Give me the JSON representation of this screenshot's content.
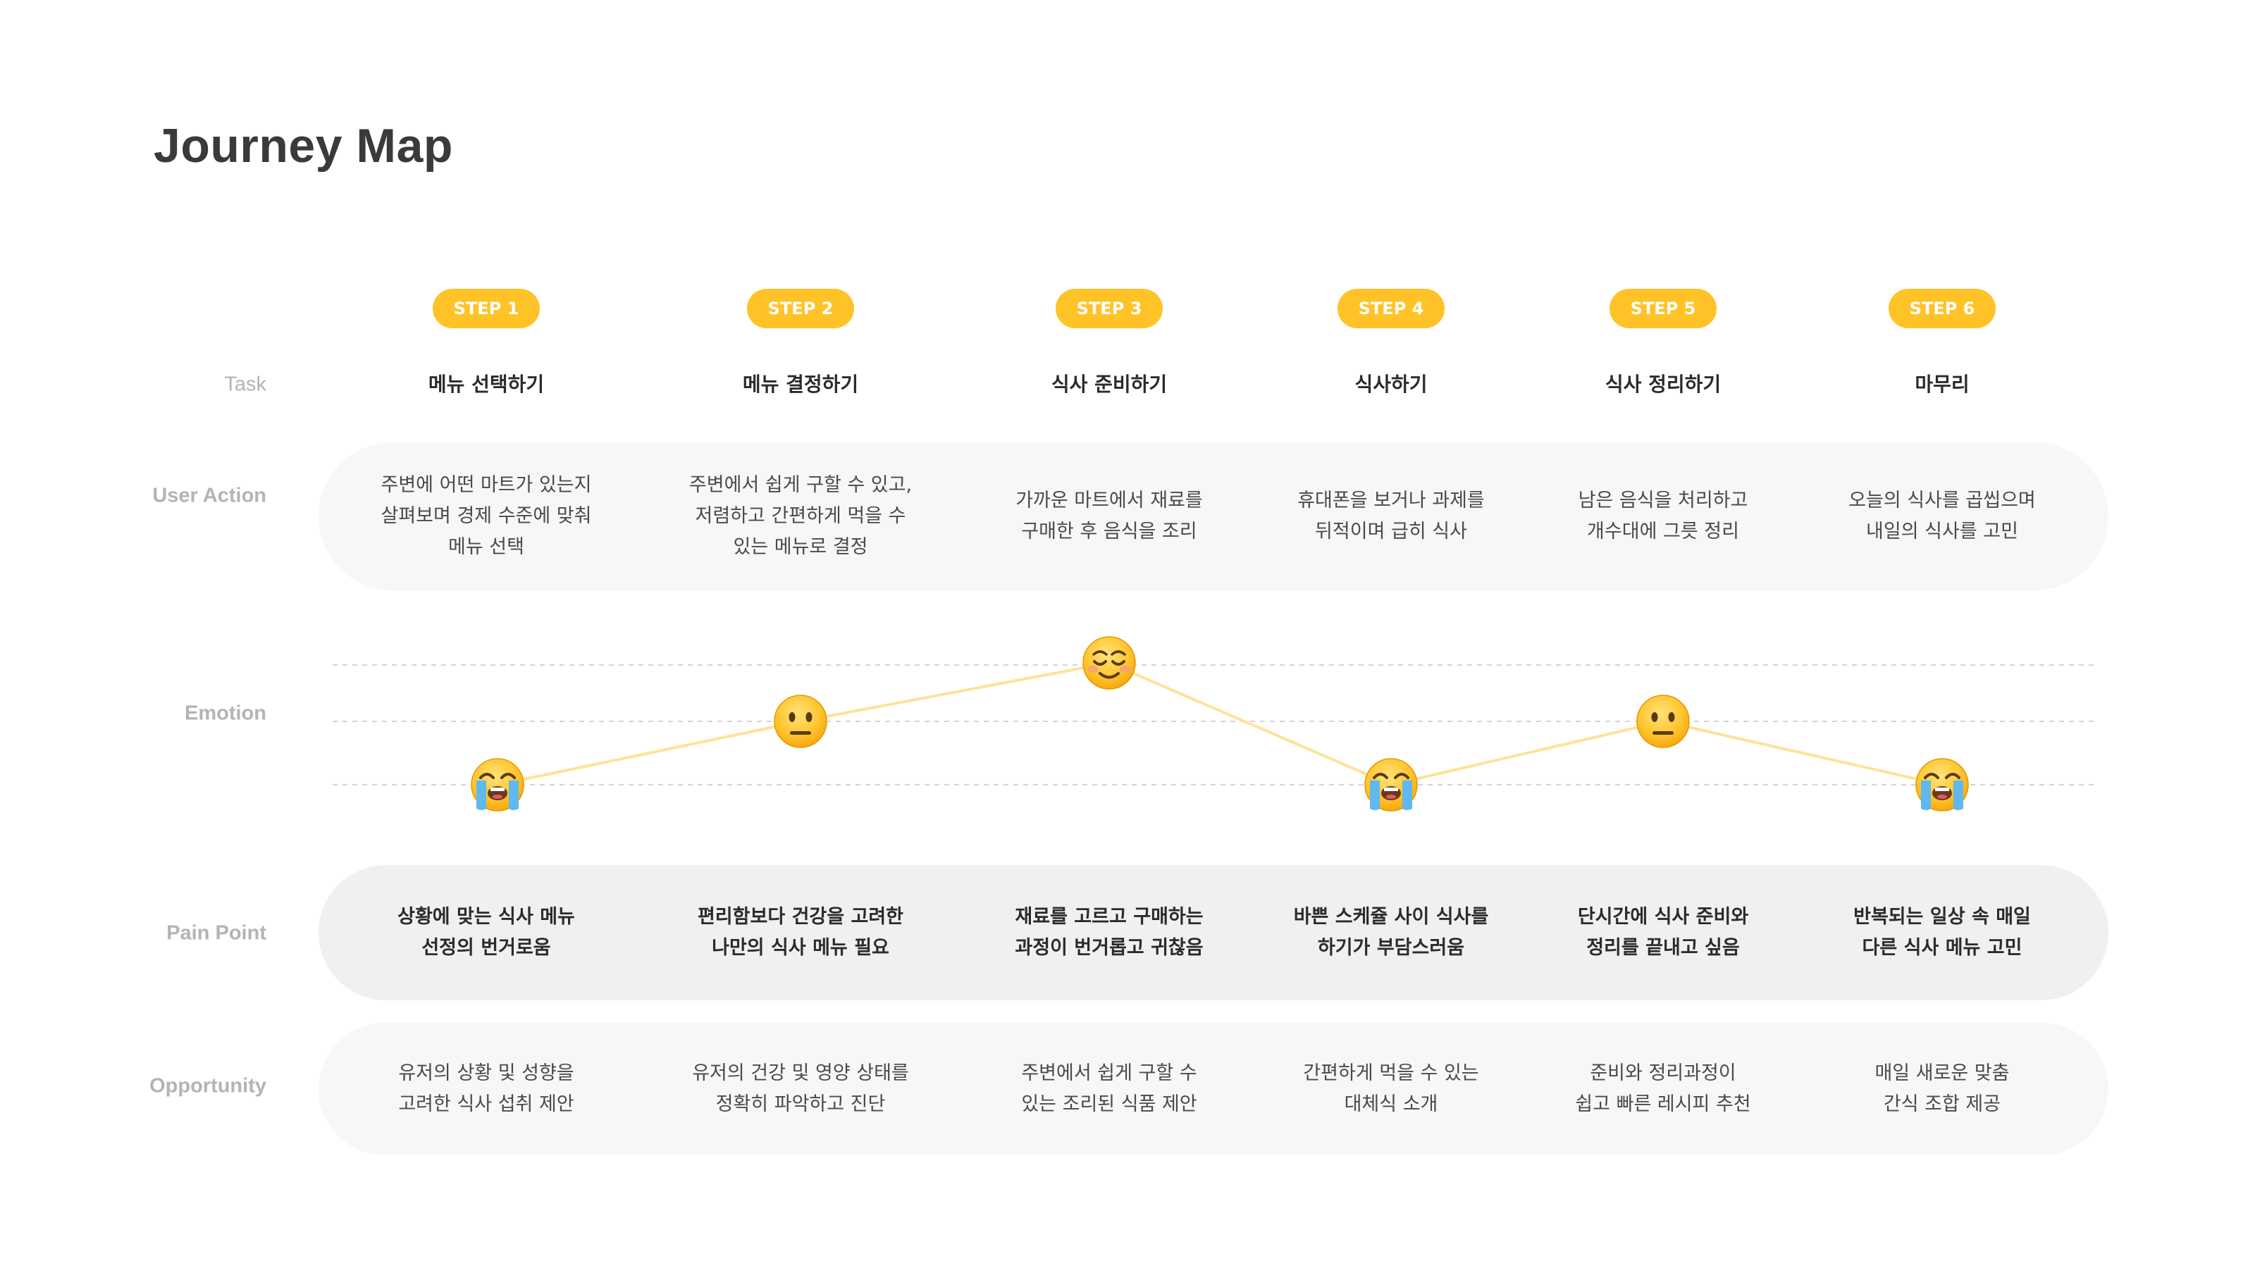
{
  "title": "Journey Map",
  "row_labels": {
    "task": "Task",
    "user_action": "User Action",
    "emotion": "Emotion",
    "pain_point": "Pain Point",
    "opportunity": "Opportunity"
  },
  "accent_color": "#FFC328",
  "line_color": "#FDE39A",
  "steps": [
    {
      "label": "STEP 1",
      "task": "메뉴 선택하기",
      "user_action": "주변에 어떤 마트가 있는지\n살펴보며 경제 수준에  맞춰\n메뉴 선택",
      "emotion": "crying-face",
      "emotion_level": 0,
      "pain_point": "상황에 맞는 식사 메뉴\n선정의 번거로움",
      "opportunity": "유저의 상황 및 성향을\n고려한 식사 섭취 제안"
    },
    {
      "label": "STEP 2",
      "task": "메뉴 결정하기",
      "user_action": "주변에서 쉽게 구할 수 있고,\n저렴하고 간편하게 먹을 수\n있는 메뉴로 결정",
      "emotion": "neutral-face",
      "emotion_level": 1,
      "pain_point": "편리함보다 건강을 고려한\n나만의 식사 메뉴 필요",
      "opportunity": "유저의 건강 및 영양 상태를\n정확히 파악하고 진단"
    },
    {
      "label": "STEP 3",
      "task": "식사 준비하기",
      "user_action": "가까운 마트에서 재료를\n구매한 후 음식을 조리",
      "emotion": "smiling-face",
      "emotion_level": 2,
      "pain_point": "재료를 고르고 구매하는\n과정이 번거롭고 귀찮음",
      "opportunity": "주변에서 쉽게 구할 수\n있는 조리된 식품 제안"
    },
    {
      "label": "STEP 4",
      "task": "식사하기",
      "user_action": "휴대폰을 보거나 과제를\n뒤적이며 급히 식사",
      "emotion": "crying-face",
      "emotion_level": 0,
      "pain_point": "바쁜 스케쥴 사이 식사를\n하기가 부담스러움",
      "opportunity": "간편하게 먹을 수 있는\n대체식 소개"
    },
    {
      "label": "STEP 5",
      "task": "식사 정리하기",
      "user_action": "남은 음식을 처리하고\n개수대에 그릇 정리",
      "emotion": "neutral-face",
      "emotion_level": 1,
      "pain_point": "단시간에 식사 준비와\n정리를 끝내고 싶음",
      "opportunity": "준비와 정리과정이\n쉽고 빠른 레시피 추천"
    },
    {
      "label": "STEP 6",
      "task": "마무리",
      "user_action": "오늘의 식사를 곱씹으며\n내일의 식사를 고민",
      "emotion": "crying-face",
      "emotion_level": 0,
      "pain_point": "반복되는 일상 속 매일\n다른 식사 메뉴 고민",
      "opportunity": "매일 새로운 맞춤\n간식 조합 제공"
    }
  ]
}
